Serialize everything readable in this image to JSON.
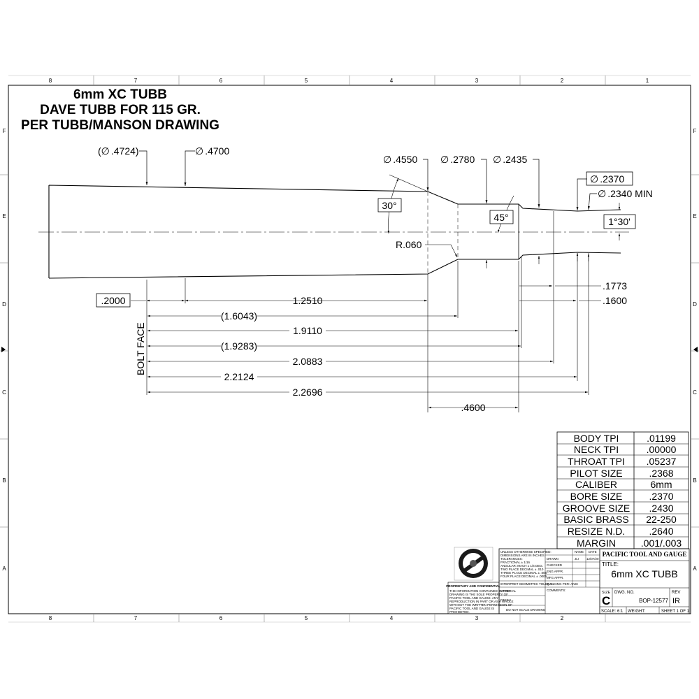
{
  "title": {
    "line1": "6mm XC TUBB",
    "line2": "DAVE TUBB FOR 115 GR.",
    "line3": "PER TUBB/MANSON DRAWING"
  },
  "zones": {
    "top": [
      "8",
      "7",
      "6",
      "5",
      "4",
      "3",
      "2",
      "1"
    ],
    "side": [
      "F",
      "E",
      "D",
      "C",
      "B",
      "A"
    ]
  },
  "diameters": {
    "d4724": ".4724",
    "d4700": ".4700",
    "d4550": ".4550",
    "d2780": ".2780",
    "d2435": ".2435",
    "d2370": ".2370",
    "d2340": ".2340 MIN",
    "symbol": "∅"
  },
  "angles": {
    "shoulder": "30°",
    "throat": "45°",
    "taper": "1°30'"
  },
  "radius": "R.060",
  "lengths": {
    "l2000": ".2000",
    "l12510": "1.2510",
    "l16043": "1.6043",
    "l19110": "1.9110",
    "l19283": "1.9283",
    "l20883": "2.0883",
    "l22124": "2.2124",
    "l22696": "2.2696",
    "l1773": ".1773",
    "l1600": ".1600",
    "l4600": ".4600"
  },
  "bolt_face": "BOLT FACE",
  "specs": [
    {
      "label": "BODY TPI",
      "value": ".01199"
    },
    {
      "label": "NECK TPI",
      "value": ".00000"
    },
    {
      "label": "THROAT TPI",
      "value": ".05237"
    },
    {
      "label": "PILOT SIZE",
      "value": ".2368"
    },
    {
      "label": "CALIBER",
      "value": "6mm"
    },
    {
      "label": "BORE SIZE",
      "value": ".2370"
    },
    {
      "label": "GROOVE SIZE",
      "value": ".2430"
    },
    {
      "label": "BASIC BRASS",
      "value": "22-250"
    },
    {
      "label": "RESIZE N.D.",
      "value": ".2640"
    },
    {
      "label": "MARGIN",
      "value": ".001/.003"
    }
  ],
  "title_block": {
    "company": "PACIFIC TOOL AND GAUGE",
    "title_label": "TITLE:",
    "drawing_title": "6mm XC TUBB",
    "size_label": "SIZE",
    "size": "C",
    "dwg_label": "DWG.  NO.",
    "dwg_no": "BOP-12577",
    "rev_label": "REV",
    "rev": "IR",
    "scale": "SCALE: 6:1",
    "weight": "WEIGHT:",
    "sheet": "SHEET 1 OF 1",
    "name_col": "NAME",
    "date_col": "DATE",
    "drawn": "DRAWN",
    "drawn_name": "JLI",
    "drawn_date": "12/07/20",
    "checked": "CHECKED",
    "eng_appr": "ENG APPR.",
    "mfg_appr": "MFG APPR.",
    "qa": "Q.A.",
    "comments": "COMMENTS:",
    "tol_lines": [
      "UNLESS OTHERWISE SPECIFIED:",
      "DIMENSIONS ARE IN INCHES",
      "TOLERANCES:",
      "FRACTIONAL ± 1/16",
      "ANGULAR: MACH ± 1/4 DEG.",
      "TWO PLACE DECIMAL   ± .010",
      "THREE PLACE DECIMAL  ± .005",
      "FOUR PLACE DECIMAL  ± .0005"
    ],
    "interpret": "INTERPRET GEOMETRIC TOLERANCING PER: ANSI",
    "material": "MATERIAL",
    "finish": "FINISH",
    "do_not_scale": "DO NOT SCALE DRAWING",
    "proprietary_title": "PROPRIETARY AND CONFIDENTIAL",
    "proprietary_lines": [
      "THE INFORMATION CONTAINED IN THIS",
      "DRAWING IS THE SOLE PROPERTY OF",
      "PACIFIC TOOL AND GAUGE. ANY",
      "REPRODUCTION IN PART OR AS A WHOLE",
      "WITHOUT THE WRITTEN PERMISSION OF",
      "PACIFIC TOOL AND GAUGE IS",
      "PROHIBITED."
    ]
  }
}
